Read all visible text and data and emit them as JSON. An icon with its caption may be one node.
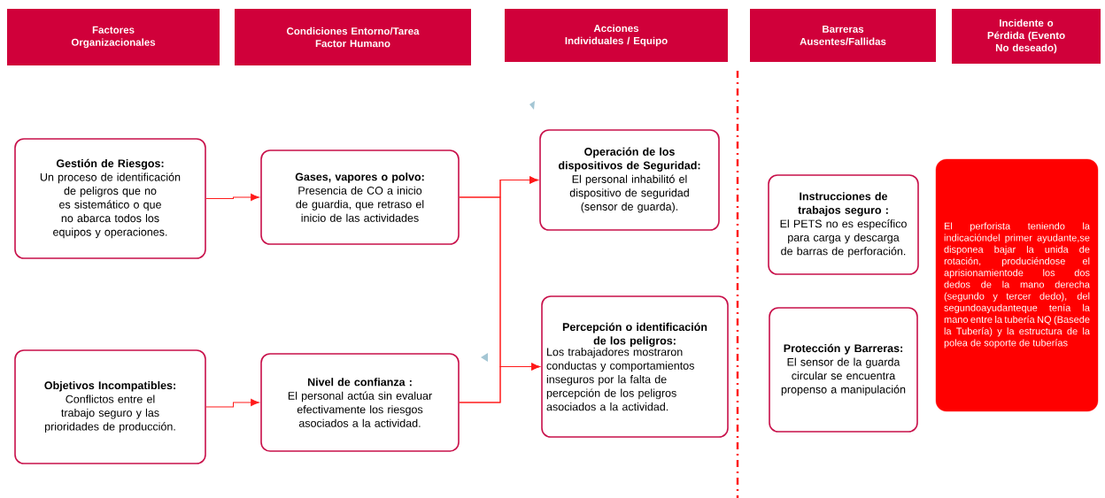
{
  "diagram": {
    "nodes": [
      {
        "text": [
          "Factores Organizacionales"
        ]
      },
      {
        "text": [
          "Condiciones Entorno/Tarea Factor Humano"
        ]
      },
      {
        "text": [
          "Acciones Individuales / Equipo"
        ]
      },
      {
        "text": [
          "Barreras Ausentes/Fallidas"
        ]
      },
      {
        "text": [
          "Incidente o Pérdida (Evento No deseado)"
        ]
      },
      {
        "text": [
          "Gestión de Riesgos:",
          "Un proceso de identificación de peligros que no es sistemático o que no abarca todos los equipos y operaciones."
        ]
      },
      {
        "text": [
          "Objetivos Incompatibles:",
          "Conflictos entre el trabajo seguro y las prioridades de producción."
        ]
      },
      {
        "text": [
          "Gases, vapores o polvo:",
          "Presencia de CO a inicio de guardia, que retraso el inicio de las actividades"
        ]
      },
      {
        "text": [
          "Nivel de confianza :",
          "El personal actúa sin evaluar efectivamente los riesgos asociados a la actividad."
        ]
      },
      {
        "text": [
          "Operación de los dispositivos de Seguridad:",
          "El personal inhabilitó el dispositivo de seguridad (sensor de guarda)."
        ]
      },
      {
        "text": [
          "Percepción o identificación de los peligros:",
          "Los trabajadores mostraron conductas y comportamientos inseguros por la falta de percepción de los peligros asociados a la actividad."
        ]
      },
      {
        "text": [
          "Instrucciones de trabajos seguro :",
          "El PETS no es específico para carga y descarga de barras de perforación."
        ]
      },
      {
        "text": [
          "Protección y Barreras:",
          "El sensor de la guarda circular se encuentra propenso a manipulación"
        ]
      },
      {
        "text": [
          "El perforista teniendo la indicacióndel primer ayudante,se disponea bajar la unida de rotación, produciéndose el aprisionamientode los dos dedos de la mano derecha (segundo y tercer dedo), del segundoayudanteque tenía la mano entre la tubería NQ (Basede la Tubería) y la estructura de la polea de soporte de tuberías"
        ]
      }
    ],
    "edges": [
      {
        "from": 5,
        "to": 7,
        "arrow": "to"
      },
      {
        "from": 6,
        "to": 8,
        "arrow": "to"
      },
      {
        "from": 7,
        "to": 9,
        "arrow": "to"
      },
      {
        "from": 7,
        "to": 10,
        "arrow": "to"
      },
      {
        "from": 8,
        "to": 9,
        "arrow": "to"
      },
      {
        "from": 8,
        "to": 10,
        "arrow": "to"
      }
    ]
  }
}
